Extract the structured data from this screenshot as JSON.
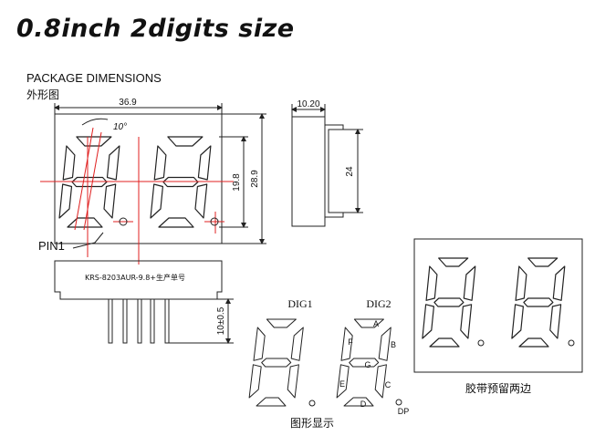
{
  "header": {
    "title": "0.8inch 2digits size",
    "package_label": "PACKAGE DIMENSIONS",
    "package_label_cn": "外形图"
  },
  "front_view": {
    "width_dim": "36.9",
    "angle": "10°",
    "digit_height_dim": "19.8",
    "height_dim": "28.9",
    "pin_label": "PIN1"
  },
  "side_view": {
    "depth_dim": "10.20",
    "height_dim": "24"
  },
  "bottom_view": {
    "part_label": "KRS-8203AUR-9.8+生产单号",
    "pin_length_dim": "10±0.5"
  },
  "segment_diagram": {
    "dig1_label": "DIG1",
    "dig2_label": "DIG2",
    "segments": [
      "A",
      "B",
      "C",
      "D",
      "E",
      "F",
      "G"
    ],
    "dp_label": "DP",
    "caption": "图形显示"
  },
  "panel": {
    "caption": "胶带预留两边"
  },
  "colors": {
    "outline": "#222222",
    "guide_line": "#e02020"
  }
}
